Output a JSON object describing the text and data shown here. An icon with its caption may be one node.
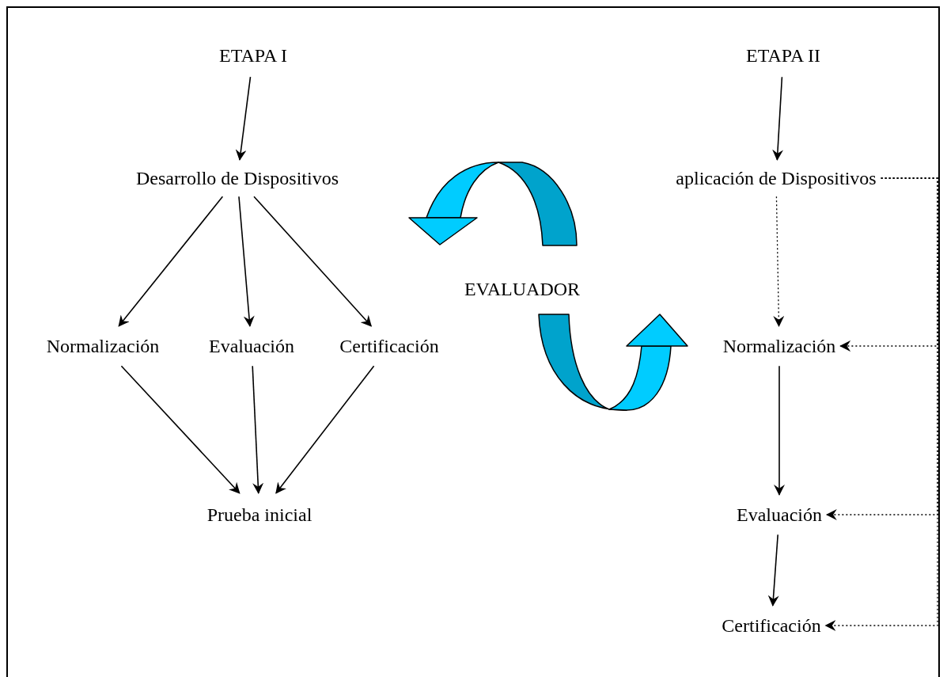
{
  "diagram": {
    "nodes": [
      {
        "text": [
          "ETAPA I"
        ]
      },
      {
        "text": [
          "Desarrollo de Dispositivos"
        ]
      },
      {
        "text": [
          "Normalización"
        ]
      },
      {
        "text": [
          "Evaluación"
        ]
      },
      {
        "text": [
          "Certificación"
        ]
      },
      {
        "text": [
          "Prueba inicial"
        ]
      },
      {
        "text": [
          "EVALUADOR"
        ]
      },
      {
        "text": [
          "ETAPA II"
        ]
      },
      {
        "text": [
          "aplicación de Dispositivos"
        ]
      },
      {
        "text": [
          "Normalización"
        ]
      },
      {
        "text": [
          "Evaluación"
        ]
      },
      {
        "text": [
          "Certificación"
        ]
      }
    ],
    "edges": [
      {
        "from": 0,
        "to": 1,
        "arrow": "to"
      },
      {
        "from": 1,
        "to": 2,
        "arrow": "to"
      },
      {
        "from": 1,
        "to": 3,
        "arrow": "to"
      },
      {
        "from": 1,
        "to": 4,
        "arrow": "to"
      },
      {
        "from": 2,
        "to": 5,
        "arrow": "to"
      },
      {
        "from": 3,
        "to": 5,
        "arrow": "to"
      },
      {
        "from": 4,
        "to": 5,
        "arrow": "to"
      },
      {
        "from": 7,
        "to": 8,
        "arrow": "to"
      },
      {
        "from": 8,
        "to": 9,
        "arrow": "to",
        "style": "dashed"
      },
      {
        "from": 9,
        "to": 10,
        "arrow": "to"
      },
      {
        "from": 10,
        "to": 11,
        "arrow": "to"
      },
      {
        "from": 8,
        "to": 9,
        "arrow": "to",
        "style": "dashed"
      },
      {
        "from": 8,
        "to": 10,
        "arrow": "to",
        "style": "dashed"
      },
      {
        "from": 8,
        "to": 11,
        "arrow": "to",
        "style": "dashed"
      }
    ]
  }
}
